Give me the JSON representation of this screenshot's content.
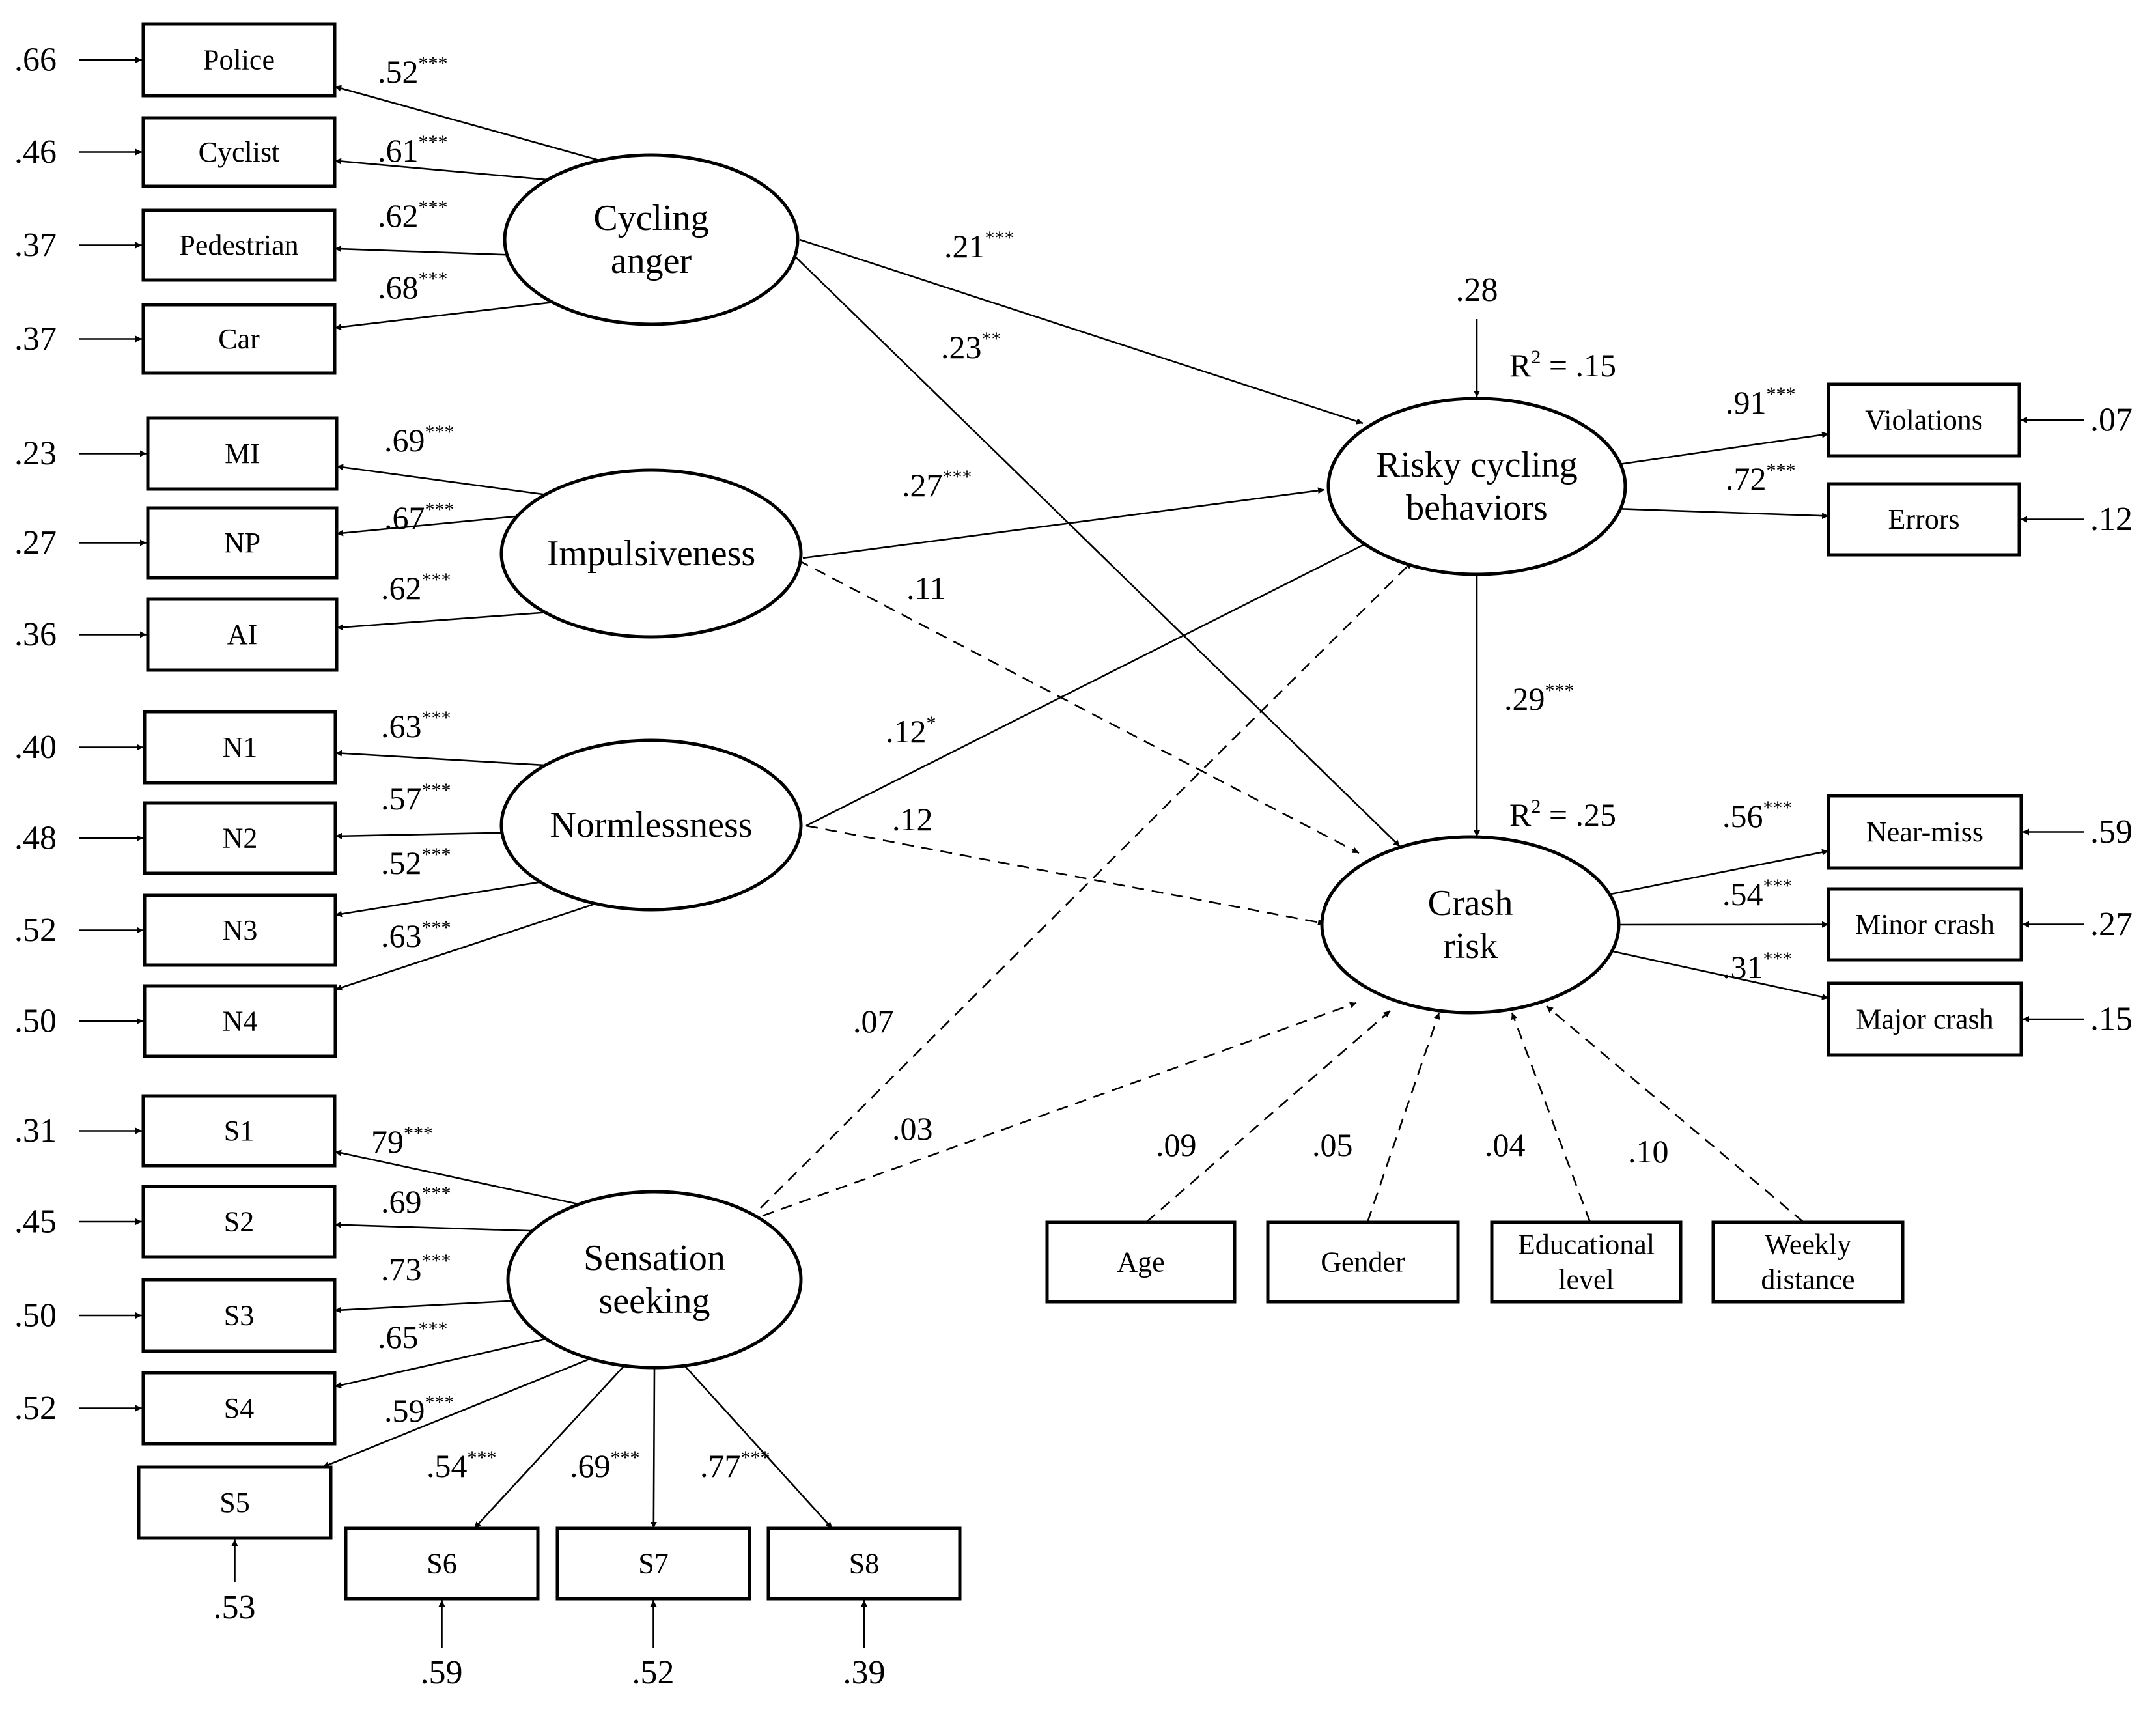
{
  "latents": [
    {
      "id": "anger",
      "lines": [
        "Cycling",
        "anger"
      ]
    },
    {
      "id": "impuls",
      "lines": [
        "Impulsiveness"
      ]
    },
    {
      "id": "norm",
      "lines": [
        "Normlessness"
      ]
    },
    {
      "id": "sens",
      "lines": [
        "Sensation",
        "seeking"
      ]
    },
    {
      "id": "risky",
      "lines": [
        "Risky  cycling",
        "behaviors"
      ]
    },
    {
      "id": "crash",
      "lines": [
        "Crash",
        "risk"
      ]
    }
  ],
  "indicators": [
    {
      "id": "police",
      "lines": [
        "Police"
      ],
      "latent": "anger",
      "loading": ".52",
      "sig": "***",
      "error": ".66"
    },
    {
      "id": "cyclist",
      "lines": [
        "Cyclist"
      ],
      "latent": "anger",
      "loading": ".61",
      "sig": "***",
      "error": ".46"
    },
    {
      "id": "pedestrian",
      "lines": [
        "Pedestrian"
      ],
      "latent": "anger",
      "loading": ".62",
      "sig": "***",
      "error": ".37"
    },
    {
      "id": "car",
      "lines": [
        "Car"
      ],
      "latent": "anger",
      "loading": ".68",
      "sig": "***",
      "error": ".37"
    },
    {
      "id": "mi",
      "lines": [
        "MI"
      ],
      "latent": "impuls",
      "loading": ".69",
      "sig": "***",
      "error": ".23"
    },
    {
      "id": "np",
      "lines": [
        "NP"
      ],
      "latent": "impuls",
      "loading": ".67",
      "sig": "***",
      "error": ".27"
    },
    {
      "id": "ai",
      "lines": [
        "AI"
      ],
      "latent": "impuls",
      "loading": ".62",
      "sig": "***",
      "error": ".36"
    },
    {
      "id": "n1",
      "lines": [
        "N1"
      ],
      "latent": "norm",
      "loading": ".63",
      "sig": "***",
      "error": ".40"
    },
    {
      "id": "n2",
      "lines": [
        "N2"
      ],
      "latent": "norm",
      "loading": ".57",
      "sig": "***",
      "error": ".48"
    },
    {
      "id": "n3",
      "lines": [
        "N3"
      ],
      "latent": "norm",
      "loading": ".52",
      "sig": "***",
      "error": ".52"
    },
    {
      "id": "n4",
      "lines": [
        "N4"
      ],
      "latent": "norm",
      "loading": ".63",
      "sig": "***",
      "error": ".50"
    },
    {
      "id": "s1",
      "lines": [
        "S1"
      ],
      "latent": "sens",
      "loading": "79",
      "sig": "***",
      "error": ".31"
    },
    {
      "id": "s2",
      "lines": [
        "S2"
      ],
      "latent": "sens",
      "loading": ".69",
      "sig": "***",
      "error": ".45"
    },
    {
      "id": "s3",
      "lines": [
        "S3"
      ],
      "latent": "sens",
      "loading": ".73",
      "sig": "***",
      "error": ".50"
    },
    {
      "id": "s4",
      "lines": [
        "S4"
      ],
      "latent": "sens",
      "loading": ".65",
      "sig": "***",
      "error": ".52"
    },
    {
      "id": "s5",
      "lines": [
        "S5"
      ],
      "latent": "sens",
      "loading": ".59",
      "sig": "***",
      "error": ".53"
    },
    {
      "id": "s6",
      "lines": [
        "S6"
      ],
      "latent": "sens",
      "loading": ".54",
      "sig": "***",
      "error": ".59"
    },
    {
      "id": "s7",
      "lines": [
        "S7"
      ],
      "latent": "sens",
      "loading": ".69",
      "sig": "***",
      "error": ".52"
    },
    {
      "id": "s8",
      "lines": [
        "S8"
      ],
      "latent": "sens",
      "loading": ".77",
      "sig": "***",
      "error": ".39"
    },
    {
      "id": "violations",
      "lines": [
        "Violations"
      ],
      "latent": "risky",
      "loading": ".91",
      "sig": "***",
      "error": ".07"
    },
    {
      "id": "errors",
      "lines": [
        "Errors"
      ],
      "latent": "risky",
      "loading": ".72",
      "sig": "***",
      "error": ".12"
    },
    {
      "id": "nearmiss",
      "lines": [
        "Near-miss"
      ],
      "latent": "crash",
      "loading": ".56",
      "sig": "***",
      "error": ".59"
    },
    {
      "id": "minor",
      "lines": [
        "Minor crash"
      ],
      "latent": "crash",
      "loading": ".54",
      "sig": "***",
      "error": ".27"
    },
    {
      "id": "major",
      "lines": [
        "Major crash"
      ],
      "latent": "crash",
      "loading": ".31",
      "sig": "***",
      "error": ".15"
    }
  ],
  "covariates": [
    {
      "id": "age",
      "lines": [
        "Age"
      ],
      "coef": ".09"
    },
    {
      "id": "gender",
      "lines": [
        "Gender"
      ],
      "coef": ".05"
    },
    {
      "id": "edu",
      "lines": [
        "Educational",
        "level"
      ],
      "coef": ".04"
    },
    {
      "id": "weekly",
      "lines": [
        "Weekly",
        "distance"
      ],
      "coef": ".10"
    }
  ],
  "paths": [
    {
      "id": "anger-risky",
      "from": "anger",
      "to": "risky",
      "coef": ".21",
      "sig": "***",
      "dashed": false
    },
    {
      "id": "anger-crash",
      "from": "anger",
      "to": "crash",
      "coef": ".23",
      "sig": "**",
      "dashed": false
    },
    {
      "id": "impuls-risky",
      "from": "impuls",
      "to": "risky",
      "coef": ".27",
      "sig": "***",
      "dashed": false
    },
    {
      "id": "impuls-crash",
      "from": "impuls",
      "to": "crash",
      "coef": ".11",
      "sig": "",
      "dashed": true
    },
    {
      "id": "norm-risky",
      "from": "norm",
      "to": "risky",
      "coef": ".12",
      "sig": "*",
      "dashed": false
    },
    {
      "id": "norm-crash",
      "from": "norm",
      "to": "crash",
      "coef": ".12",
      "sig": "",
      "dashed": true
    },
    {
      "id": "sens-risky",
      "from": "sens",
      "to": "risky",
      "coef": ".07",
      "sig": "",
      "dashed": true
    },
    {
      "id": "sens-crash",
      "from": "sens",
      "to": "crash",
      "coef": ".03",
      "sig": "",
      "dashed": true
    },
    {
      "id": "risky-crash",
      "from": "risky",
      "to": "crash",
      "coef": ".29",
      "sig": "***",
      "dashed": false
    }
  ],
  "risky_disturbance": ".28",
  "r2": [
    {
      "id": "risky",
      "label": "R",
      "exp": "2",
      "value": " = .15"
    },
    {
      "id": "crash",
      "label": "R",
      "exp": "2",
      "value": " = .25"
    }
  ]
}
